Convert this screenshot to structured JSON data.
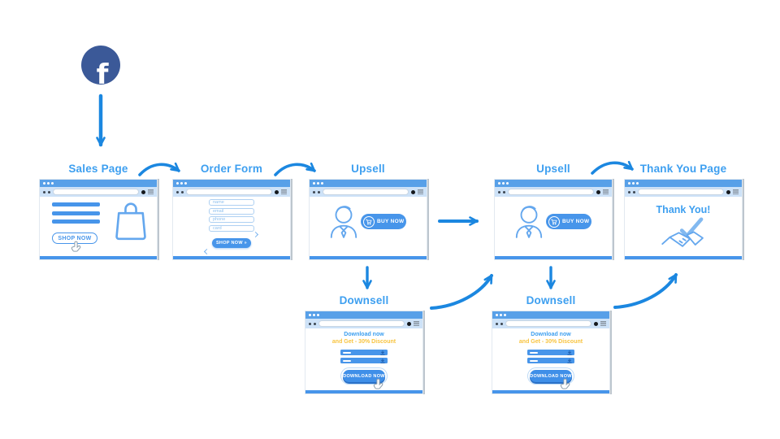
{
  "colors": {
    "accent_blue": "#4795ea",
    "label_blue": "#3d9ff0",
    "arrow_blue": "#1b87e0",
    "facebook_blue": "#3b5998",
    "discount_yellow": "#f8c440",
    "titlebar_blue": "#58a0e8",
    "toolbar_blue": "#cde2f8"
  },
  "facebook": {
    "letter": "f"
  },
  "sales_page": {
    "label": "Sales Page",
    "shop_button": "SHOP NOW"
  },
  "order_form": {
    "label": "Order Form",
    "fields": [
      "name",
      "email",
      "phone",
      "card"
    ],
    "shop_button": "SHOP NOW »"
  },
  "upsell_1": {
    "label": "Upsell",
    "buy_button": "BUY NOW"
  },
  "upsell_2": {
    "label": "Upsell",
    "buy_button": "BUY NOW"
  },
  "thank_you": {
    "label": "Thank You Page",
    "heading": "Thank You!"
  },
  "downsell_1": {
    "label": "Downsell",
    "headline": "Download now",
    "subline": "and Get - 30% Discount",
    "button": "DOWNLOAD NOW"
  },
  "downsell_2": {
    "label": "Downsell",
    "headline": "Download now",
    "subline": "and Get - 30% Discount",
    "button": "DOWNLOAD NOW"
  }
}
